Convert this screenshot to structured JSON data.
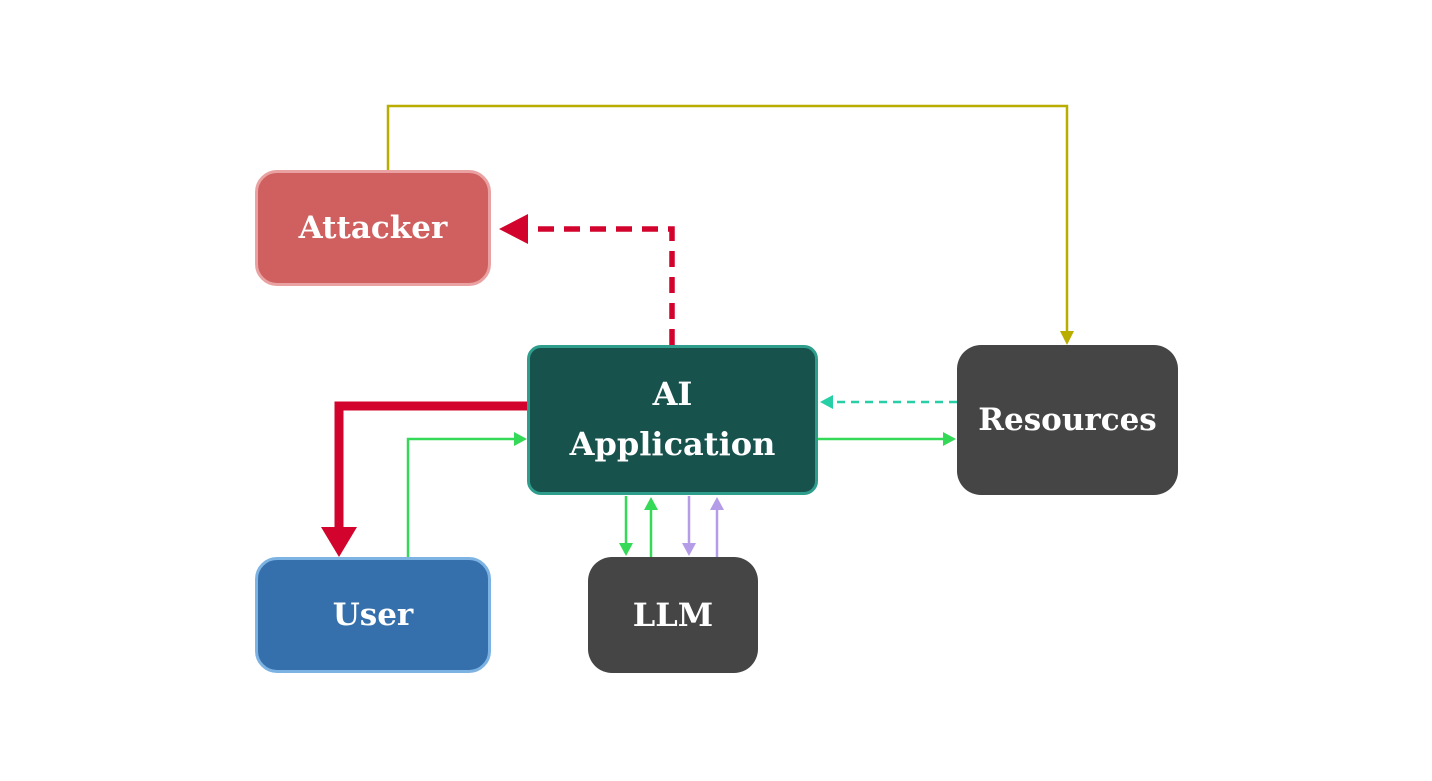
{
  "diagram": {
    "nodes": {
      "attacker": {
        "label": "Attacker",
        "fill": "#d05f5f",
        "border": "#e9a1a1",
        "text_color": "#ffffff"
      },
      "ai_application": {
        "label": "AI Application",
        "label_line1": "AI",
        "label_line2": "Application",
        "fill": "#17524c",
        "border": "#2f9d8c",
        "text_color": "#ffffff"
      },
      "resources": {
        "label": "Resources",
        "fill": "#454545",
        "text_color": "#ffffff"
      },
      "user": {
        "label": "User",
        "fill": "#3570ad",
        "border": "#7db3e3",
        "text_color": "#ffffff"
      },
      "llm": {
        "label": "LLM",
        "fill": "#454545",
        "text_color": "#ffffff"
      }
    },
    "edges": {
      "attacker_to_resources": {
        "color": "#b9ad00",
        "style": "solid"
      },
      "ai_to_attacker": {
        "color": "#d2042d",
        "style": "dashed"
      },
      "ai_to_user": {
        "color": "#d2042d",
        "style": "solid-thick"
      },
      "user_to_ai": {
        "color": "#34d958",
        "style": "solid"
      },
      "ai_to_resources": {
        "color": "#34d958",
        "style": "solid"
      },
      "resources_to_ai": {
        "color": "#27cfa6",
        "style": "dashed"
      },
      "ai_to_llm_green": {
        "color": "#34d958",
        "style": "solid"
      },
      "llm_to_ai_green": {
        "color": "#34d958",
        "style": "solid"
      },
      "ai_to_llm_purple": {
        "color": "#b49ce8",
        "style": "solid"
      },
      "llm_to_ai_purple": {
        "color": "#b49ce8",
        "style": "solid"
      }
    }
  }
}
